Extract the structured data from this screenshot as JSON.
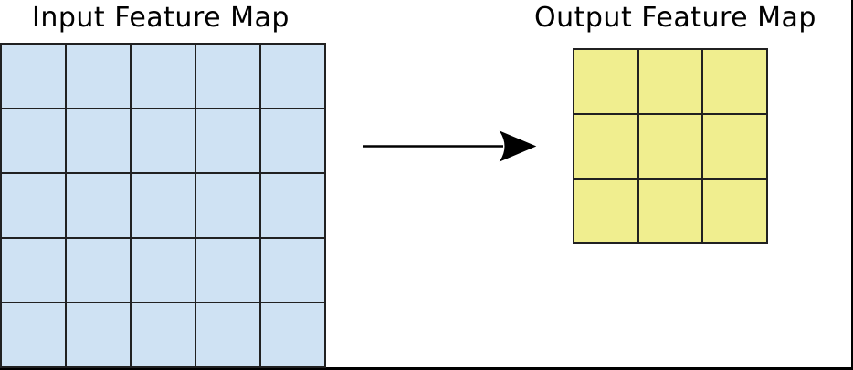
{
  "figure": {
    "background": "#ffffff",
    "frame_color": "#000000",
    "input_map": {
      "title": "Input Feature Map",
      "rows": 5,
      "cols": 5,
      "cell_color": "#cfe2f3",
      "line_color": "#212121"
    },
    "output_map": {
      "title": "Output Feature Map",
      "rows": 3,
      "cols": 3,
      "cell_color": "#f0ee8f",
      "line_color": "#212121"
    },
    "arrow": {
      "direction": "right",
      "color": "#000000"
    }
  }
}
